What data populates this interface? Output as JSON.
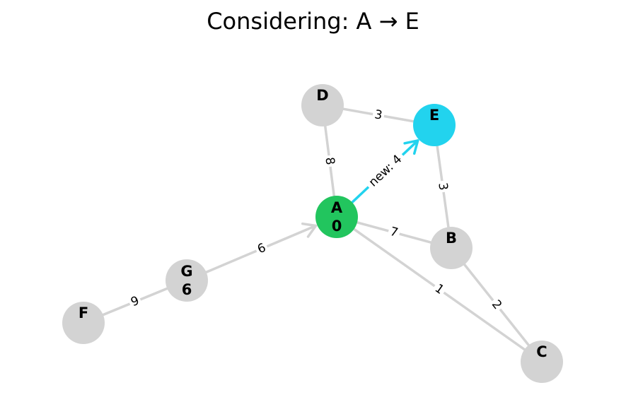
{
  "title": "Considering: A → E",
  "colors": {
    "default_node": "#d3d3d3",
    "default_edge": "#d3d3d3",
    "current_node": "#22c55e",
    "target_node": "#22d3ee",
    "considering_edge": "#22d3ee",
    "text": "#000000"
  },
  "nodes": [
    {
      "id": "A",
      "label": "A",
      "dist": "0",
      "state": "current"
    },
    {
      "id": "B",
      "label": "B",
      "dist": "",
      "state": "default"
    },
    {
      "id": "C",
      "label": "C",
      "dist": "",
      "state": "default"
    },
    {
      "id": "D",
      "label": "D",
      "dist": "",
      "state": "default"
    },
    {
      "id": "E",
      "label": "E",
      "dist": "",
      "state": "target"
    },
    {
      "id": "F",
      "label": "F",
      "dist": "",
      "state": "default"
    },
    {
      "id": "G",
      "label": "G",
      "dist": "6",
      "state": "default"
    }
  ],
  "edges": [
    {
      "from": "A",
      "to": "E",
      "label": "new: 4",
      "state": "considering",
      "arrow": true
    },
    {
      "from": "G",
      "to": "A",
      "label": "6",
      "state": "default",
      "arrow": true
    },
    {
      "from": "D",
      "to": "E",
      "label": "3",
      "state": "default",
      "arrow": false
    },
    {
      "from": "D",
      "to": "A",
      "label": "8",
      "state": "default",
      "arrow": false
    },
    {
      "from": "E",
      "to": "B",
      "label": "3",
      "state": "default",
      "arrow": false
    },
    {
      "from": "A",
      "to": "B",
      "label": "7",
      "state": "default",
      "arrow": false
    },
    {
      "from": "A",
      "to": "C",
      "label": "1",
      "state": "default",
      "arrow": false
    },
    {
      "from": "B",
      "to": "C",
      "label": "2",
      "state": "default",
      "arrow": false
    },
    {
      "from": "F",
      "to": "G",
      "label": "9",
      "state": "default",
      "arrow": false
    }
  ]
}
